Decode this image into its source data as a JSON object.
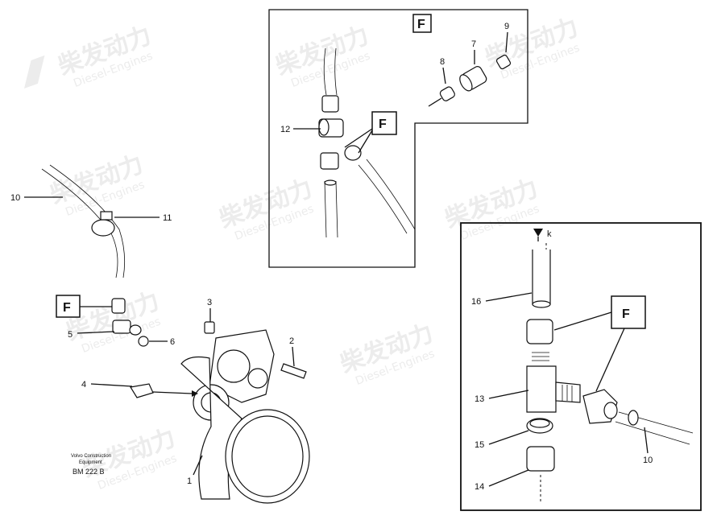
{
  "watermark": {
    "brand": "柴发动力",
    "subtitle": "Diesel-Engines"
  },
  "detail_tag": "F",
  "view_mark": "k",
  "callouts": {
    "c1": "1",
    "c2": "2",
    "c3": "3",
    "c4": "4",
    "c5": "5",
    "c6": "6",
    "c7": "7",
    "c8": "8",
    "c9": "9",
    "c10": "10",
    "c10b": "10",
    "c11": "11",
    "c12": "12",
    "c13": "13",
    "c14": "14",
    "c15": "15",
    "c16": "16"
  },
  "footer": {
    "line1": "Volvo Construction",
    "line2": "Equipment",
    "code": "BM 222 B"
  }
}
